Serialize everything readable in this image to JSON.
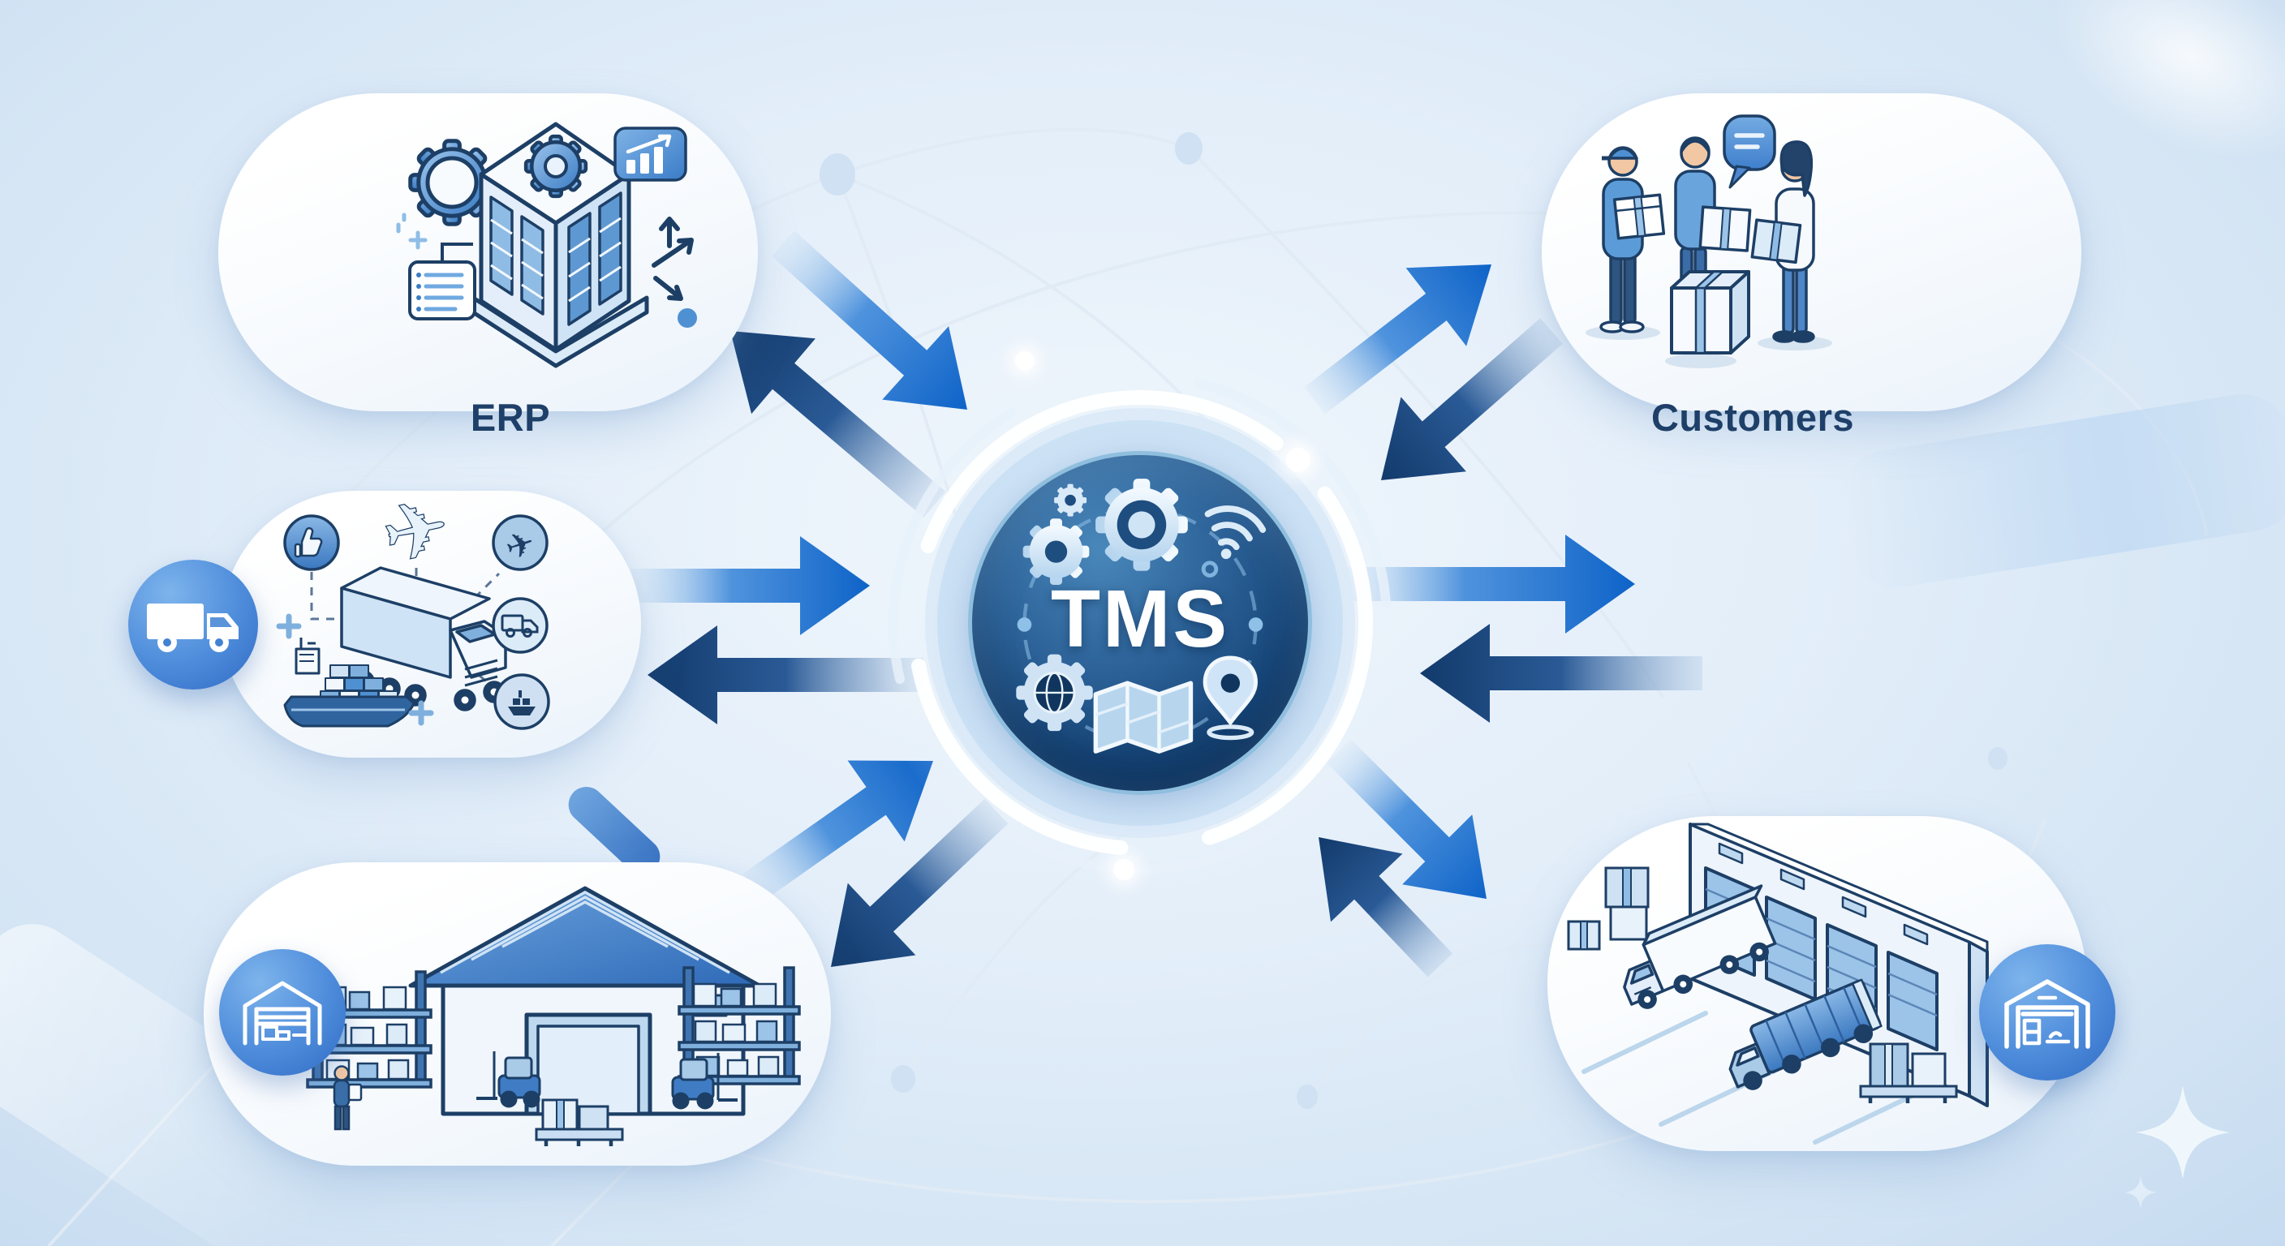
{
  "hub": {
    "label": "TMS",
    "icons": [
      "gear-icon",
      "small-gear-icon",
      "tiny-gear-icon",
      "wifi-icon",
      "globe-gear-icon",
      "folded-map-icon",
      "location-pin-icon"
    ]
  },
  "nodes": {
    "erp": {
      "label": "ERP",
      "icons": [
        "isometric-building-icon",
        "gear-icon",
        "small-gear-icon",
        "bar-chart-tile-icon",
        "checklist-icon",
        "up-arrow-icon",
        "trend-arrow-icon",
        "down-arrow-icon",
        "dot-icon",
        "sparkle-plus-icon"
      ]
    },
    "customers": {
      "label": "Customers",
      "icons": [
        "delivery-person-icon",
        "customer-man-icon",
        "customer-woman-icon",
        "package-box-icon",
        "speech-bubble-icon"
      ]
    },
    "carriers": {
      "icons": [
        "truck-circle-badge-icon",
        "airplane-icon",
        "semi-truck-icon",
        "container-ship-icon",
        "thumbs-up-badge-icon",
        "airplane-badge-icon",
        "truck-badge-icon",
        "ship-badge-icon",
        "plus-icon",
        "dashed-connector"
      ]
    },
    "warehouse": {
      "icons": [
        "warehouse-circle-badge-icon",
        "warehouse-building-icon",
        "storage-rack-icon",
        "forklift-icon",
        "worker-icon",
        "pallet-boxes-icon"
      ]
    },
    "docks": {
      "icons": [
        "dock-circle-badge-icon",
        "loading-dock-doors-icon",
        "box-truck-icon",
        "tarp-truck-icon",
        "stacked-boxes-icon",
        "pallet-boxes-icon",
        "lane-lines"
      ]
    }
  },
  "connections": [
    {
      "from": "tms",
      "to": "erp",
      "type": "bidirectional"
    },
    {
      "from": "tms",
      "to": "customers",
      "type": "bidirectional"
    },
    {
      "from": "tms",
      "to": "carriers",
      "type": "bidirectional"
    },
    {
      "from": "tms",
      "to": "warehouse",
      "type": "bidirectional"
    },
    {
      "from": "tms",
      "to": "docks",
      "type": "bidirectional"
    },
    {
      "from": "tms",
      "to": "right-edge",
      "type": "bidirectional"
    }
  ],
  "colors": {
    "background_light": "#f0f6fc",
    "background_deep": "#c6dbf0",
    "card_background": "#ffffff",
    "label_text": "#1e3f68",
    "hub_core_dark": "#0f3560",
    "hub_core_light": "#4987ba",
    "hub_text": "#ffffff",
    "arrow_blue": "#0e63c8",
    "arrow_navy": "#123a6b",
    "badge_blue": "#3a7ccd",
    "illustration_outline": "#1d3f66",
    "illustration_fill": "#cfe4f6"
  }
}
